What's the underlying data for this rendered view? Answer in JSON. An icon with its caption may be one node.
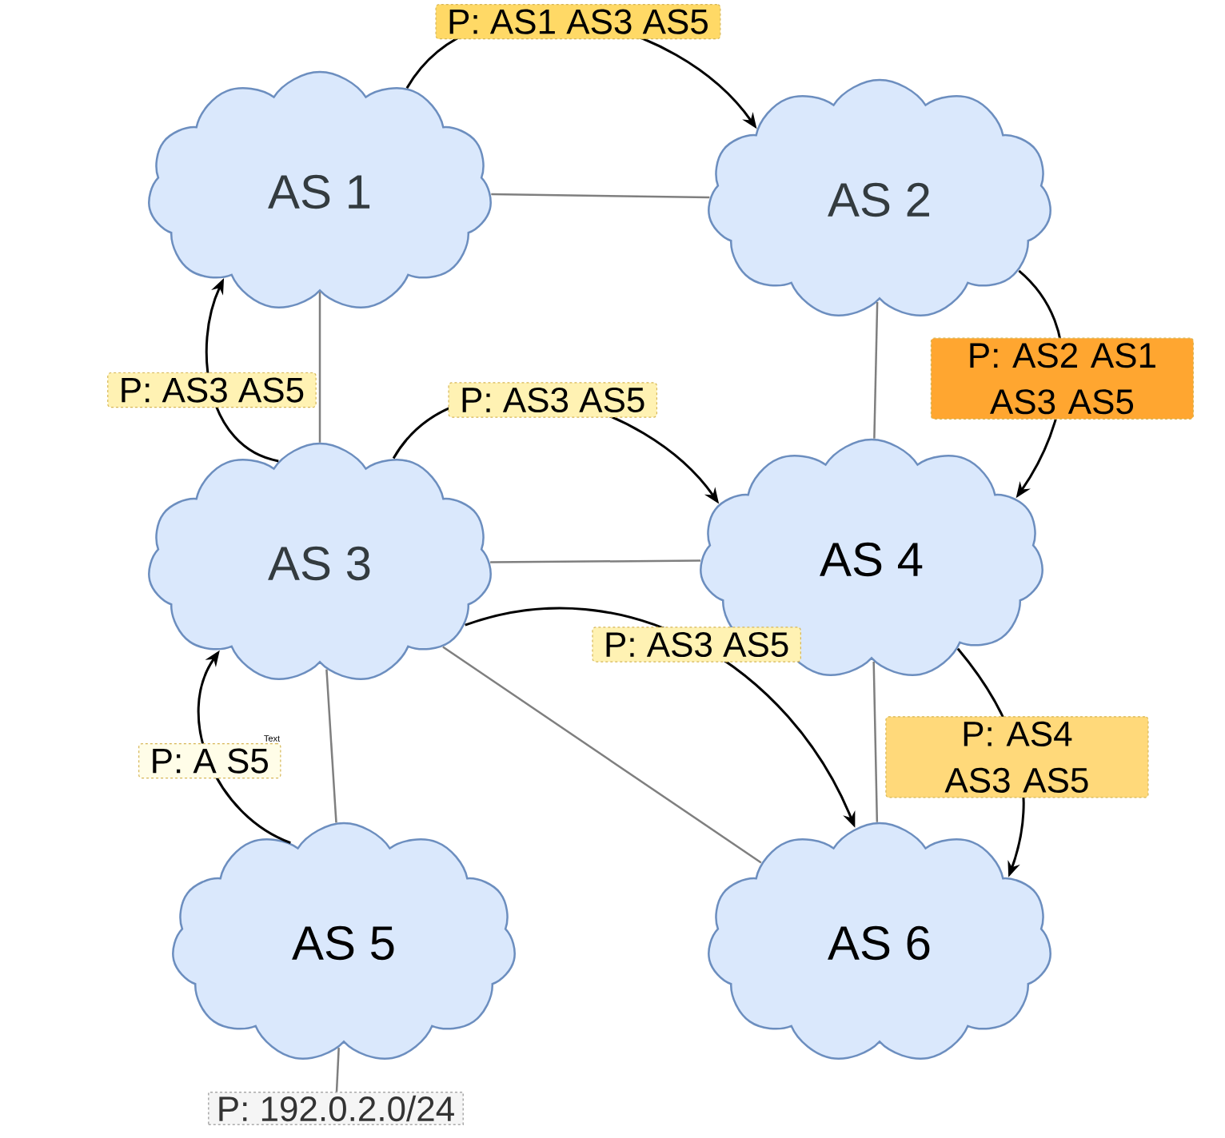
{
  "diagram": {
    "nodes": [
      {
        "text": [
          "AS 1"
        ]
      },
      {
        "text": [
          "AS 2"
        ]
      },
      {
        "text": [
          "AS 3"
        ]
      },
      {
        "text": [
          "AS 4"
        ]
      },
      {
        "text": [
          "AS 5"
        ]
      },
      {
        "text": [
          "AS 6"
        ]
      },
      {
        "text": [
          "P: 192.0.2.0/24"
        ]
      }
    ],
    "edges": [
      {
        "from": 0,
        "to": 1,
        "arrow": "none"
      },
      {
        "from": 0,
        "to": 2,
        "arrow": "none"
      },
      {
        "from": 1,
        "to": 3,
        "arrow": "none"
      },
      {
        "from": 2,
        "to": 3,
        "arrow": "none"
      },
      {
        "from": 2,
        "to": 4,
        "arrow": "none"
      },
      {
        "from": 2,
        "to": 5,
        "arrow": "none"
      },
      {
        "from": 3,
        "to": 5,
        "arrow": "none"
      },
      {
        "from": 4,
        "to": 6,
        "arrow": "none"
      },
      {
        "from": 4,
        "to": 2,
        "arrow": "to",
        "label": "P: A S5",
        "color": "#000000"
      },
      {
        "from": 2,
        "to": 0,
        "arrow": "to",
        "label": "P: AS3 AS5",
        "color": "#000000"
      },
      {
        "from": 0,
        "to": 1,
        "arrow": "to",
        "label": "P: AS1 AS3 AS5",
        "color": "#000000"
      },
      {
        "from": 2,
        "to": 3,
        "arrow": "to",
        "label": "P: AS3 AS5",
        "color": "#000000"
      },
      {
        "from": 2,
        "to": 5,
        "arrow": "to",
        "label": "P: AS3 AS5",
        "color": "#000000"
      },
      {
        "from": 1,
        "to": 3,
        "arrow": "to",
        "label": "P: AS2 AS1 AS3 AS5",
        "color": "#000000"
      },
      {
        "from": 3,
        "to": 5,
        "arrow": "to",
        "label": "P: AS4 AS3 AS5",
        "color": "#000000"
      }
    ],
    "labels": [
      "Text"
    ]
  }
}
